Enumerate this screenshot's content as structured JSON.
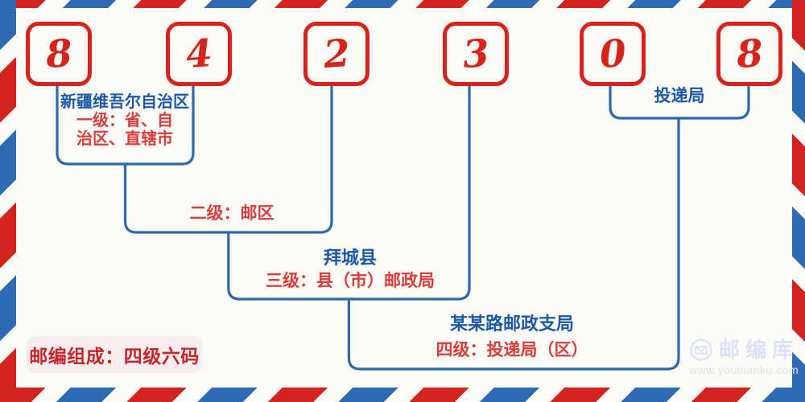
{
  "postal_code": {
    "value": "842308",
    "digits": [
      "8",
      "4",
      "2",
      "3",
      "0",
      "8"
    ]
  },
  "annotations": {
    "level1": {
      "place": "新疆维吾尔自治区",
      "label": "一级：省、自治区、直辖市",
      "label_line1": "一级：省、自",
      "label_line2": "治区、直辖市"
    },
    "level2": {
      "label": "二级：邮区"
    },
    "level3": {
      "place": "拜城县",
      "label": "三级：县（市）邮政局"
    },
    "level4": {
      "place": "某某路邮政支局",
      "label": "四级：投递局（区）"
    },
    "delivery": {
      "label": "投递局"
    }
  },
  "badge": {
    "text": "邮编组成：四级六码"
  },
  "watermark": {
    "brand": "邮编库",
    "url": "www.youbianku.com",
    "icon": "envelope-icon"
  },
  "colors": {
    "background": "#fcfbf5",
    "digit_red": "#d8231d",
    "line_blue": "#2b6aad",
    "place_text_blue": "#1b58a8",
    "level_text_red": "#d83c3c",
    "badge_text_red": "#c5262c",
    "badge_bg_pink": "#f8eef0",
    "stripe_red": "#d2231f",
    "stripe_blue": "#2f6bb4",
    "watermark_blue": "#dbe3f8"
  }
}
